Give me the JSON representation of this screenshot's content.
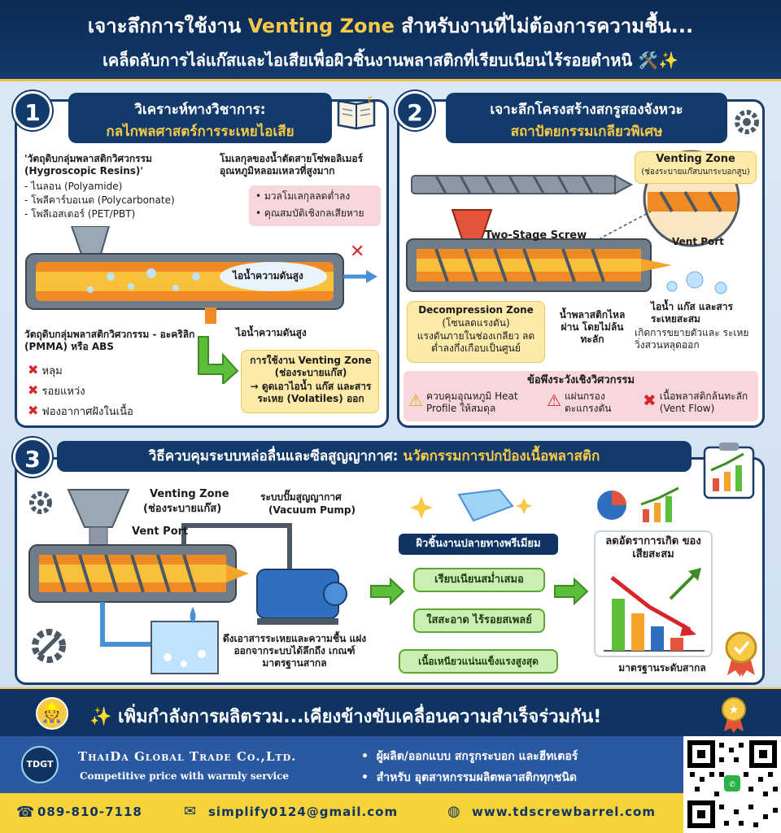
{
  "header": {
    "title_pre": "เจาะลึกการใช้งาน ",
    "title_accent": "Venting Zone",
    "title_post": " สำหรับงานที่ไม่ต้องการความชื้น...",
    "subtitle": "เคล็ดลับการไล่แก๊สและไอเสียเพื่อผิวชิ้นงานพลาสติกที่เรียบเนียนไร้รอยตำหนิ 🛠️✨"
  },
  "panel1": {
    "number": "1",
    "title_line1": "วิเคราะห์ทางวิชาการ:",
    "title_line2": "กลไกพลศาสตร์การระเหยไอเสีย",
    "resins_title": "'วัตถุดิบกลุ่มพลาสติกวิศวกรรม (Hygroscopic Resins)'",
    "resins": [
      "- ไนลอน (Polyamide)",
      "- โพลีคาร์บอเนต (Polycarbonate)",
      "- โพลีเอสเตอร์ (PET/PBT)"
    ],
    "molecule_note": "โมเลกุลของน้ำตัดสายโซ่พอลิเมอร์ อุณหภูมิหลอมเหลวที่สูงมาก",
    "effects": [
      "• มวลโมเลกุลลดต่ำลง",
      "• คุณสมบัติเชิงกลเสียหาย"
    ],
    "steam_label": "ไอน้ำความดันสูง",
    "steam_label2": "ไอน้ำความดันสูง",
    "other_title": "วัตถุดิบกลุ่มพลาสติกวิศวกรรม - อะคริลิก (PMMA) หรือ ABS",
    "defects": [
      "หลุม",
      "รอยแหว่ง",
      "ฟองอากาศฝังในเนื้อ"
    ],
    "venting_title": "การใช้งาน Venting Zone (ช่องระบายแก๊ส)",
    "venting_desc": "→ ดูดเอาไอน้ำ แก๊ส และสารระเหย (Volatiles) ออก"
  },
  "panel2": {
    "number": "2",
    "title_line1": "เจาะลึกโครงสร้างสกรูสองจังหวะ",
    "title_line2": "สถาปัตยกรรมเกลียวพิเศษ",
    "venting_zone": "Venting Zone",
    "venting_zone_sub": "(ช่องระบายแก๊สบนกระบอกสูบ)",
    "two_stage": "Two-Stage Screw",
    "vent_port": "Vent Port",
    "decomp_title": "Decompression Zone",
    "decomp_sub": "(โซนลดแรงดัน)",
    "decomp_desc": "แรงดันภายในช่องเกลียว ลดต่ำลงกึ่งเกือบเป็นศูนย์",
    "flow_note": "น้ำพลาสติกไหลผ่าน โดยไม่ล้นทะลัก",
    "vapor_title": "ไอน้ำ แก๊ส และสารระเหยสะสม",
    "vapor_desc": "เกิดการขยายตัวและ ระเหยวิ่งสวนหลุดออก",
    "caution_title": "ข้อพึงระวังเชิงวิศวกรรม",
    "cautions": [
      "ควบคุมอุณหภูมิ Heat Profile ให้สมดุล",
      "แผ่นกรอง ตะแกรงตัน",
      "เนื้อพลาสติกล้นทะลัก (Vent Flow)"
    ]
  },
  "panel3": {
    "number": "3",
    "title_pre": "วิธีควบคุมระบบหล่อลื่นและซีลสูญญากาศ: ",
    "title_accent": "นวัตกรรมการปกป้องเนื้อพลาสติก",
    "venting_zone": "Venting Zone",
    "venting_zone_sub": "(ช่องระบายแก๊ส)",
    "vent_port": "Vent Port",
    "pump_title": "ระบบปั๊มสูญญากาศ",
    "pump_sub": "(Vacuum Pump)",
    "extract_note": "ดึงเอาสารระเหยและความชื้น แฝงออกจากระบบได้ลึกถึง เกณฑ์มาตรฐานสากล",
    "premium_title": "ผิวชิ้นงานปลายทางพรีเมียม",
    "benefits": [
      "เรียบเนียนสม่ำเสมอ",
      "ใสสะอาด ไร้รอยสเพลย์",
      "เนื้อเหนียวแน่นแข็งแรงสูงสุด"
    ],
    "defect_reduction": "ลดอัตราการเกิด ของเสียสะสม",
    "standard": "มาตรฐานระดับสากล"
  },
  "banner": {
    "text": "✨ เพิ่มกำลังการผลิตรวม...เคียงข้างขับเคลื่อนความสำเร็จร่วมกัน!"
  },
  "company": {
    "logo": "TDGT",
    "name": "ThaiDa Global Trade Co.,Ltd.",
    "slogan": "Competitive price with warmly service",
    "line1": "ผู้ผลิต/ออกแบบ สกรูกระบอก และฮีทเตอร์",
    "line2": "สำหรับ อุตสาหกรรมผลิตพลาสติกทุกชนิด"
  },
  "contact": {
    "phone": "089-810-7118",
    "email": "simplify0124@gmail.com",
    "website": "www.tdscrewbarrel.com"
  },
  "colors": {
    "navy": "#123a6b",
    "gold": "#f6c949",
    "accent_green": "#5aa832",
    "accent_red": "#d6262b"
  }
}
